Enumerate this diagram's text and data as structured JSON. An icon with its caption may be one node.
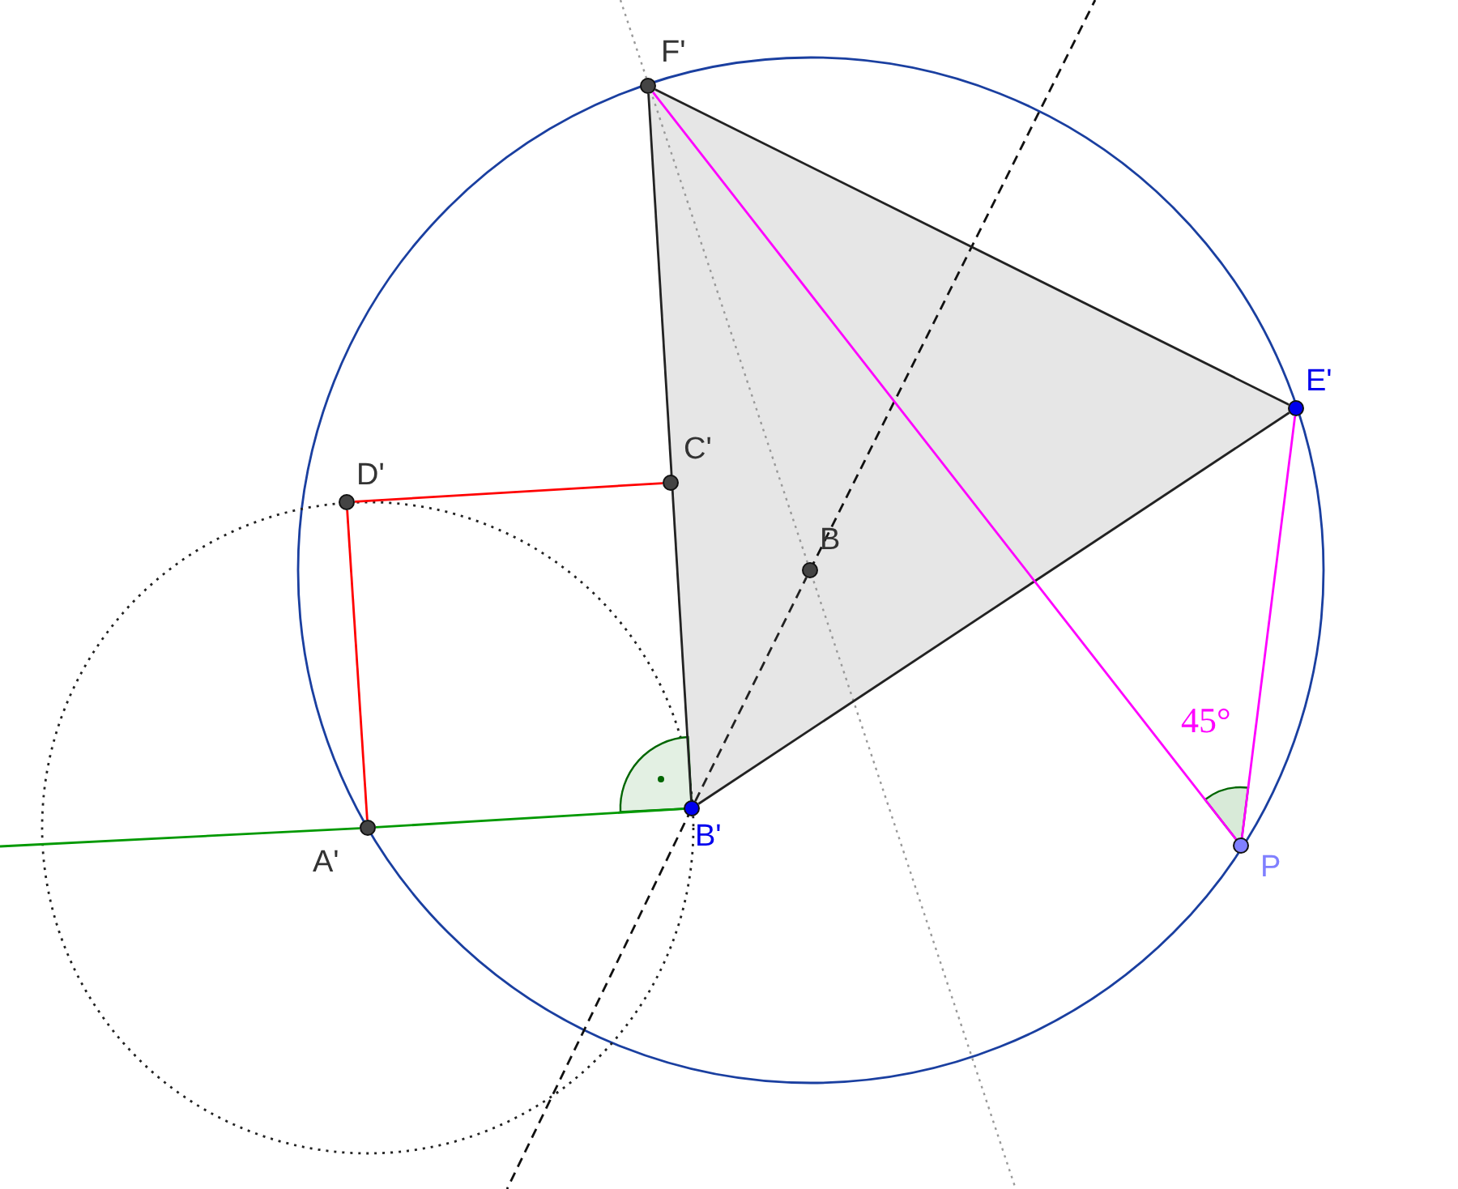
{
  "diagram": {
    "nodes": [
      {
        "text": [],
        "shape": "circle",
        "beside": [
          "F'"
        ]
      },
      {
        "text": [],
        "shape": "circle",
        "beside": [
          "E'"
        ]
      },
      {
        "text": [],
        "shape": "circle",
        "beside": [
          "D'"
        ]
      },
      {
        "text": [],
        "shape": "circle",
        "beside": [
          "C'"
        ]
      },
      {
        "text": [],
        "shape": "circle",
        "beside": [
          "B"
        ]
      },
      {
        "text": [],
        "shape": "circle",
        "beside": [
          "B'"
        ]
      },
      {
        "text": [],
        "shape": "circle",
        "beside": [
          "A'"
        ]
      },
      {
        "text": [],
        "shape": "circle",
        "beside": [
          "P"
        ]
      }
    ],
    "edges": [
      {
        "from": 0,
        "to": 1,
        "arrow": "none"
      },
      {
        "from": 1,
        "to": 5,
        "arrow": "none"
      },
      {
        "from": 5,
        "to": 0,
        "arrow": "none"
      },
      {
        "from": 2,
        "to": 3,
        "arrow": "none",
        "color": "#ff0000"
      },
      {
        "from": 2,
        "to": 6,
        "arrow": "none",
        "color": "#ff0000"
      },
      {
        "from": 6,
        "to": 5,
        "arrow": "none",
        "color": "#009900"
      },
      {
        "from": 0,
        "to": 7,
        "arrow": "none",
        "color": "#ff00ff"
      },
      {
        "from": 1,
        "to": 7,
        "arrow": "none",
        "color": "#ff00ff"
      },
      {
        "from": 5,
        "to": 4,
        "arrow": "none",
        "style": "dashed"
      }
    ],
    "labels": [
      "45°"
    ]
  }
}
